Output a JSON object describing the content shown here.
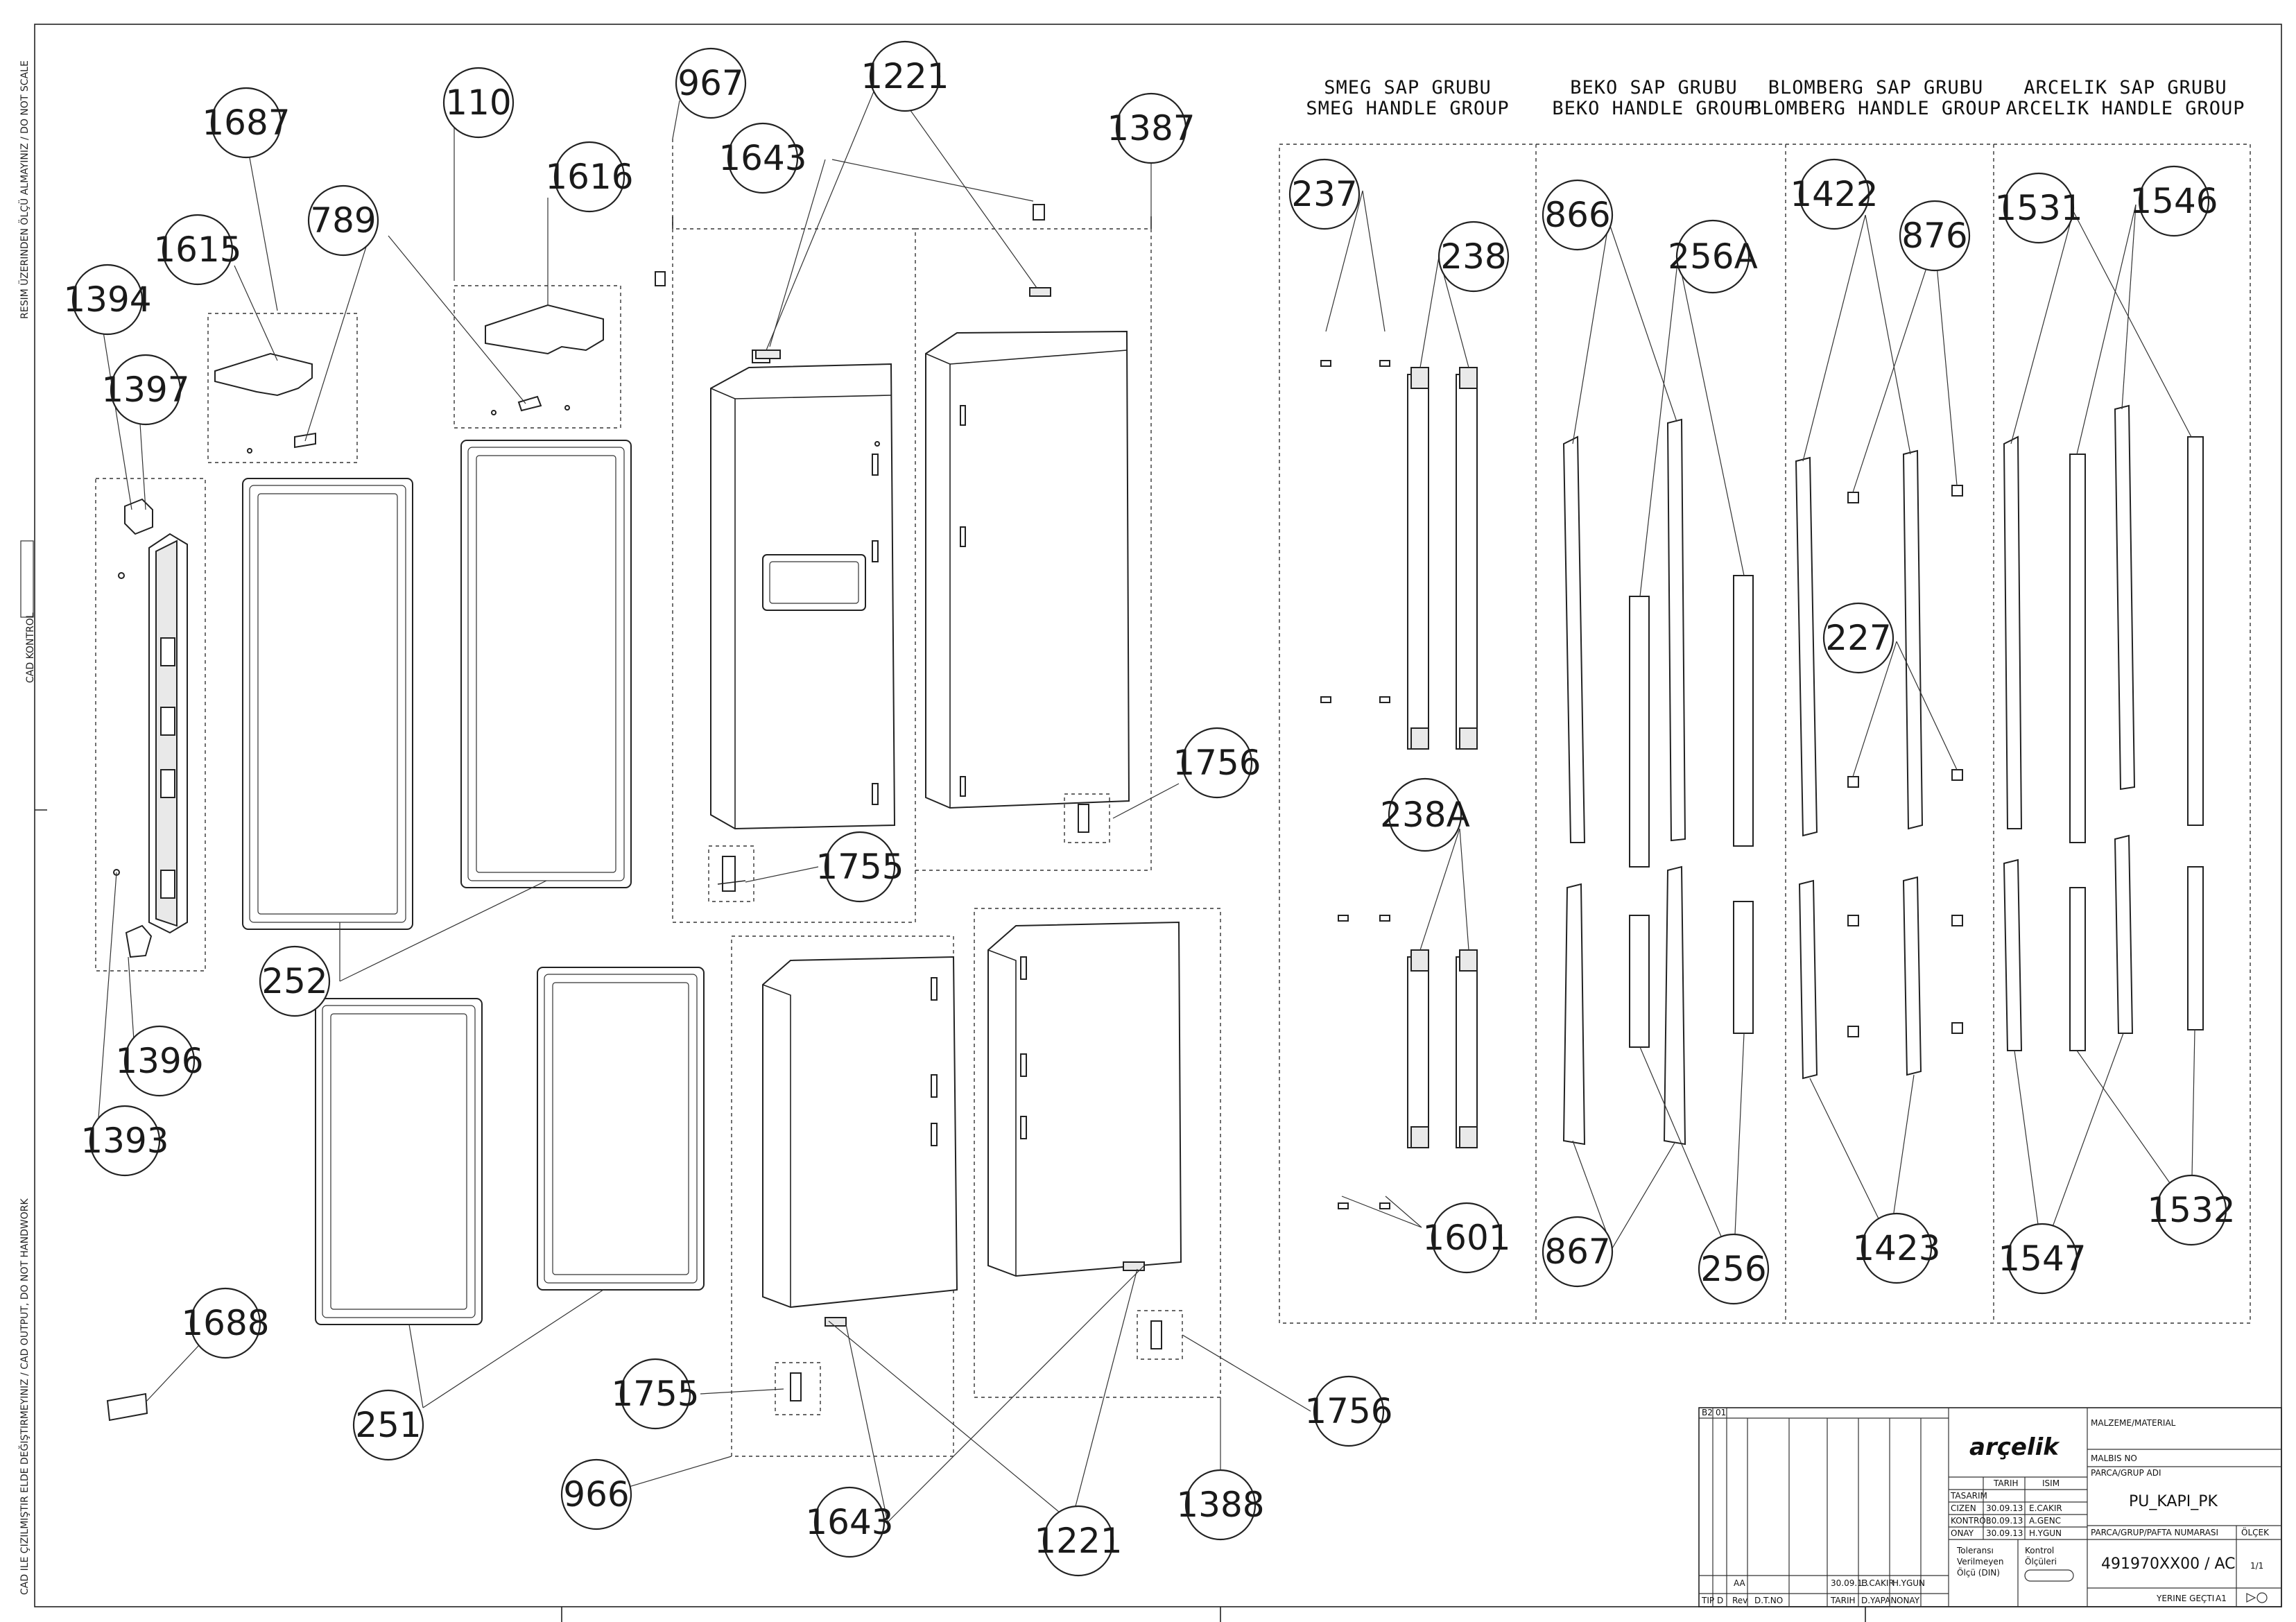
{
  "sheet": {
    "side_notes": [
      "RESIM ÜZERINDEN ÖLÇÜ ALMAYINIZ / DO NOT SCALE",
      "CAD KONTROL",
      "CAD ILE ÇIZILMIŞTIR ELDE DEĞIŞTIRMEYINIZ / CAD OUTPUT, DO NOT HANDWORK"
    ]
  },
  "groups": {
    "smeg": [
      "SMEG SAP GRUBU",
      "SMEG HANDLE GROUP"
    ],
    "beko": [
      "BEKO SAP GRUBU",
      "BEKO HANDLE GROUP"
    ],
    "blomberg": [
      "BLOMBERG SAP GRUBU",
      "BLOMBERG HANDLE GROUP"
    ],
    "arcelik": [
      "ARCELIK SAP GRUBU",
      "ARCELIK HANDLE GROUP"
    ]
  },
  "callouts": {
    "c1687": "1687",
    "c110": "110",
    "c967": "967",
    "c1221a": "1221",
    "c1387": "1387",
    "c1643a": "1643",
    "c1616": "1616",
    "c789": "789",
    "c1615": "1615",
    "c1394": "1394",
    "c1397": "1397",
    "c1756a": "1756",
    "c1755a": "1755",
    "c252": "252",
    "c1396": "1396",
    "c1393": "1393",
    "c1688": "1688",
    "c251": "251",
    "c1755b": "1755",
    "c966": "966",
    "c1643b": "1643",
    "c1221b": "1221",
    "c1388": "1388",
    "c1756b": "1756",
    "c237": "237",
    "c238": "238",
    "c238A": "238A",
    "c1601": "1601",
    "c866": "866",
    "c256A": "256A",
    "c867": "867",
    "c256": "256",
    "c1422": "1422",
    "c876": "876",
    "c227": "227",
    "c1423": "1423",
    "c1531": "1531",
    "c1546": "1546",
    "c1532": "1532",
    "c1547": "1547"
  },
  "title_block": {
    "rev_codes": [
      "B2",
      "01"
    ],
    "brand": "arçelik",
    "material_label": "MALZEME/MATERIAL",
    "malbis_label": "MALBIS NO",
    "part_group_label": "PARCA/GRUP ADI",
    "part_name": "PU_KAPI_PK",
    "date_col": "TARIH",
    "name_col": "ISIM",
    "roles": [
      {
        "role": "TASARIM",
        "date": "",
        "name": ""
      },
      {
        "role": "CIZEN",
        "date": "30.09.13",
        "name": "E.CAKIR"
      },
      {
        "role": "KONTROL",
        "date": "30.09.13",
        "name": "A.GENC"
      },
      {
        "role": "ONAY",
        "date": "30.09.13",
        "name": "H.YGUN"
      }
    ],
    "tolerance": [
      "Toleransı",
      "Verilmeyen",
      "Ölçü (DIN)"
    ],
    "control": [
      "Kontrol",
      "Ölçüleri"
    ],
    "number_label": "PARCA/GRUP/PAFTA NUMARASI",
    "scale_label": "ÖLÇEK",
    "part_number": "491970XX00 / AC",
    "scale_value": "1/1",
    "replace_label": "YERINE GEÇTI",
    "sheet_size": "A1",
    "rev_row": {
      "code": "AA",
      "date": "30.09.13",
      "drawn": "E.CAKIR",
      "approved": "H.YGUN"
    },
    "footer": [
      "TIP",
      "D",
      "Rev",
      "D.T.NO",
      "TARIH",
      "D.YAPAN",
      "ONAY"
    ]
  }
}
